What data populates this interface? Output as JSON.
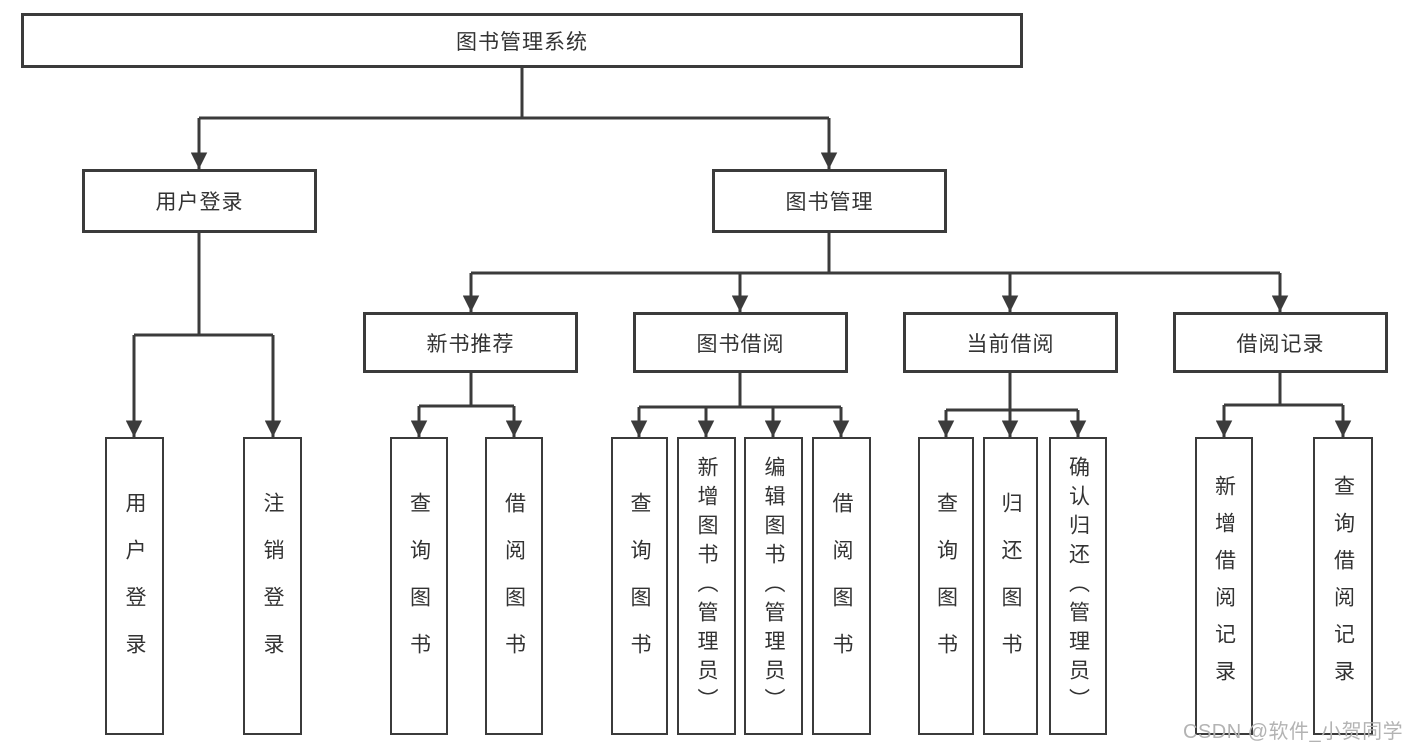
{
  "tree": {
    "label": "图书管理系统",
    "children": [
      {
        "label": "用户登录",
        "children": [
          {
            "label": "用户登录"
          },
          {
            "label": "注销登录"
          }
        ]
      },
      {
        "label": "图书管理",
        "children": [
          {
            "label": "新书推荐",
            "children": [
              {
                "label": "查询图书"
              },
              {
                "label": "借阅图书"
              }
            ]
          },
          {
            "label": "图书借阅",
            "children": [
              {
                "label": "查询图书"
              },
              {
                "label": "新增图书（管理员）"
              },
              {
                "label": "编辑图书（管理员）"
              },
              {
                "label": "借阅图书"
              }
            ]
          },
          {
            "label": "当前借阅",
            "children": [
              {
                "label": "查询图书"
              },
              {
                "label": "归还图书"
              },
              {
                "label": "确认归还（管理员）"
              }
            ]
          },
          {
            "label": "借阅记录",
            "children": [
              {
                "label": "新增借阅记录"
              },
              {
                "label": "查询借阅记录"
              }
            ]
          }
        ]
      }
    ]
  },
  "watermark": {
    "text": "CSDN @软件_小贺同学"
  },
  "colors": {
    "line": "#3b3b3b",
    "text": "#333333",
    "box_background": "#ffffff",
    "page_background": "#ffffff",
    "watermark": "#b3b3b3"
  }
}
